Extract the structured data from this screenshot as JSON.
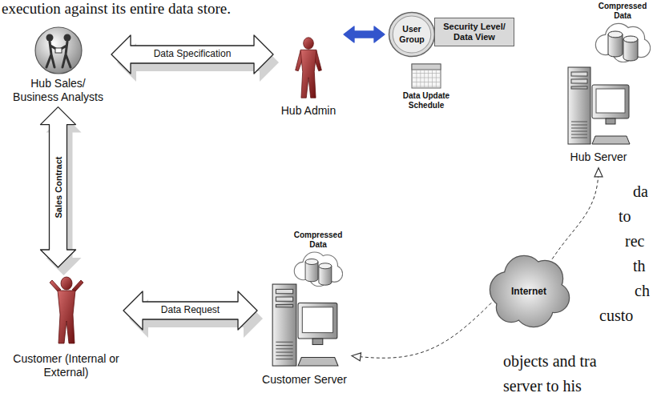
{
  "diagram": {
    "nodes": [
      {
        "text": [
          "Hub Sales/ Business Analysts"
        ]
      },
      {
        "text": [
          "Hub Admin"
        ]
      },
      {
        "text": [
          "User Group"
        ]
      },
      {
        "text": [
          "Security Level/ Data View"
        ]
      },
      {
        "text": [
          "Compressed Data"
        ]
      },
      {
        "text": [
          "Data Update Schedule"
        ]
      },
      {
        "text": [
          "Hub Server"
        ]
      },
      {
        "text": [
          "Internet"
        ]
      },
      {
        "text": [
          "Compressed Data"
        ]
      },
      {
        "text": [
          "Customer Server"
        ]
      },
      {
        "text": [
          "Customer (Internal or External)"
        ]
      }
    ],
    "edges": [
      {
        "from": 0,
        "to": 1,
        "label": "Data Specification",
        "arrow": "both"
      },
      {
        "from": 1,
        "to": 2,
        "arrow": "both"
      },
      {
        "from": 0,
        "to": 10,
        "label": "Sales Contract",
        "arrow": "both"
      },
      {
        "from": 10,
        "to": 9,
        "label": "Data Request",
        "arrow": "both"
      },
      {
        "from": 7,
        "to": 6,
        "arrow": "to"
      },
      {
        "from": 7,
        "to": 9,
        "arrow": "to"
      }
    ],
    "labels": [
      "execution against its entire data store.",
      "da",
      "to",
      "rec",
      "th",
      "ch",
      "custo",
      "objects and tra",
      "server to his"
    ]
  }
}
